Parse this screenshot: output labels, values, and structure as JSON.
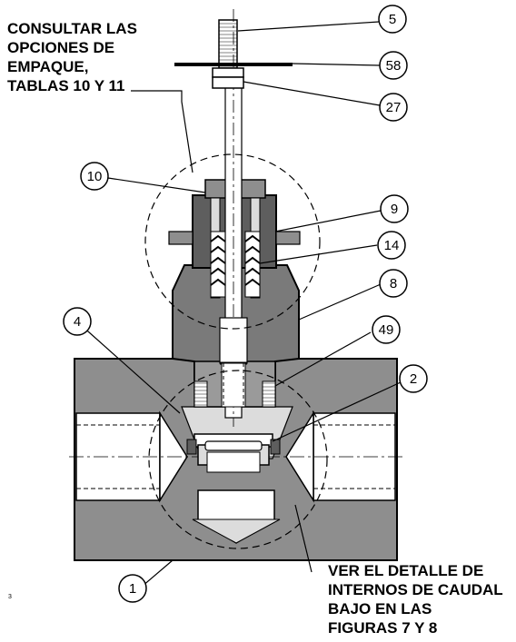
{
  "callouts": {
    "top_left": [
      "CONSULTAR LAS",
      "OPCIONES DE",
      "EMPAQUE,",
      "TABLAS 10 Y 11"
    ],
    "bottom_right": [
      "VER EL DETALLE DE",
      "INTERNOS DE CAUDAL",
      "BAJO EN LAS",
      "FIGURAS 7 Y 8"
    ]
  },
  "parts": {
    "p5": "5",
    "p58": "58",
    "p27": "27",
    "p10": "10",
    "p9": "9",
    "p14": "14",
    "p8": "8",
    "p4": "4",
    "p49": "49",
    "p2": "2",
    "p1": "1"
  },
  "figure_number": "3",
  "colors": {
    "body_fill": "#8e8e8e",
    "dark_fill": "#5e5e5e",
    "light_fill": "#dcdcdc",
    "line": "#000000"
  }
}
